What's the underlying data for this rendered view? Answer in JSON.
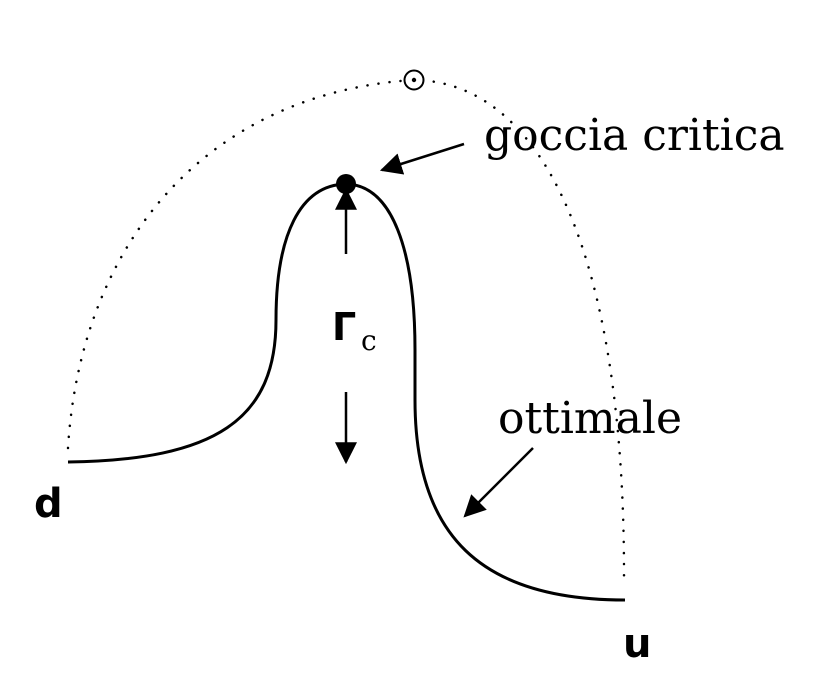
{
  "labels": {
    "critical_droplet": "goccia critica",
    "optimal": "ottimale",
    "start_state": "d",
    "end_state": "u",
    "gamma_symbol": "Γ",
    "gamma_subscript": "c"
  },
  "colors": {
    "ink": "#000000",
    "background": "#ffffff"
  }
}
